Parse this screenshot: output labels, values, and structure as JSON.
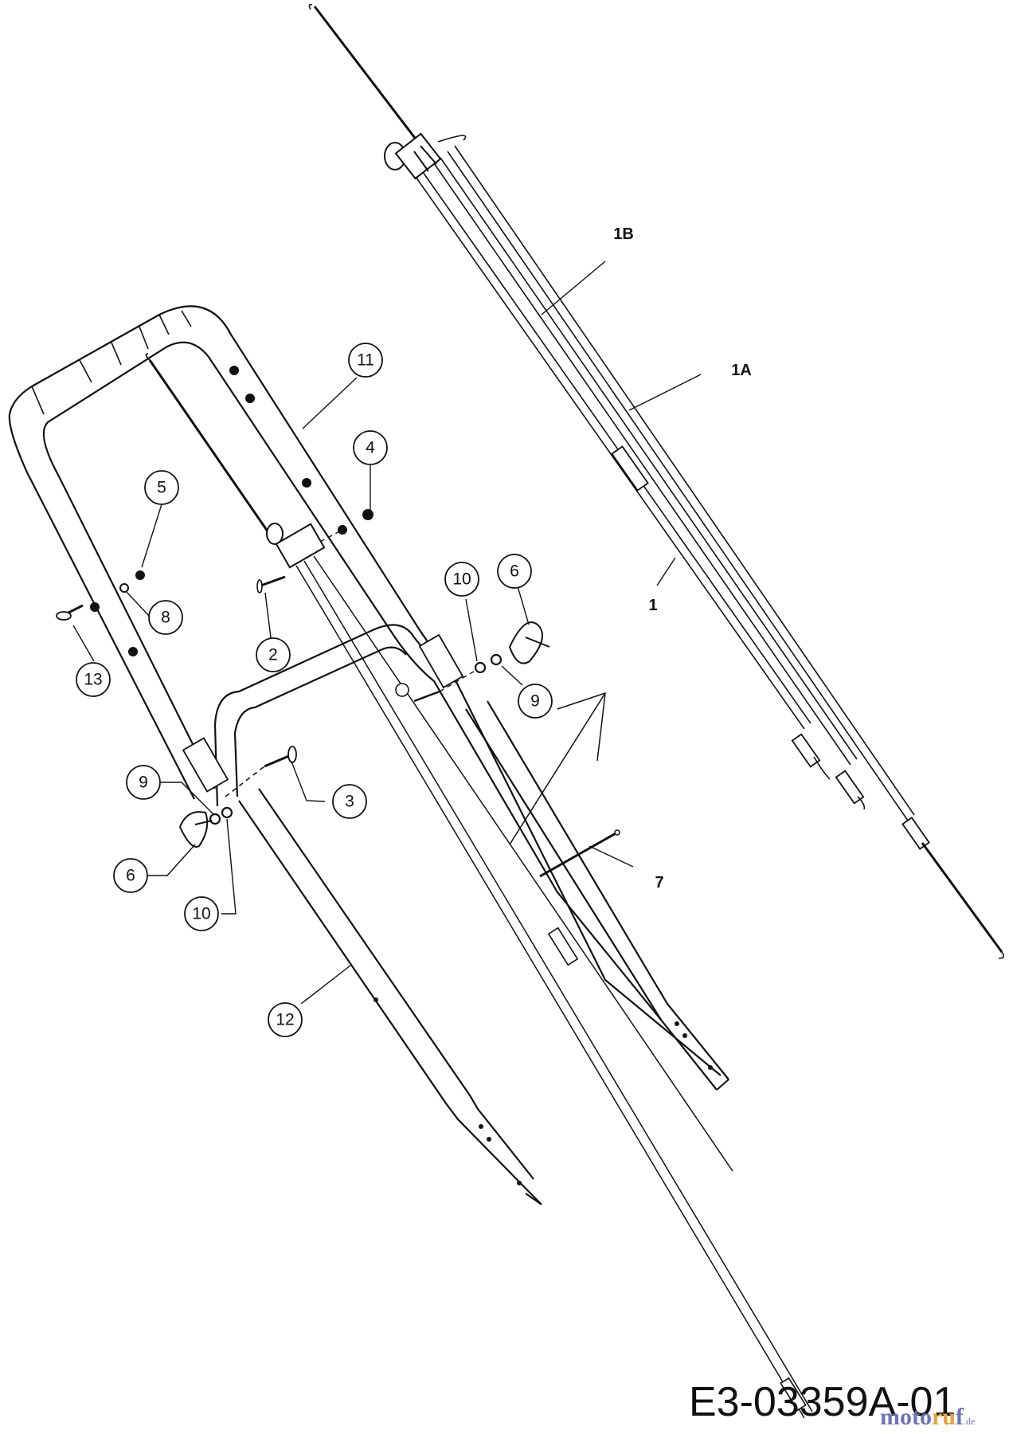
{
  "diagram": {
    "drawing_number": "E3-03359A-01",
    "watermark": {
      "main": "moto",
      "accent": "ru",
      "tail": "f",
      "tld": ".de"
    },
    "callouts": [
      {
        "id": "c11",
        "label": "11"
      },
      {
        "id": "c4",
        "label": "4"
      },
      {
        "id": "c5",
        "label": "5"
      },
      {
        "id": "c8",
        "label": "8"
      },
      {
        "id": "c13",
        "label": "13"
      },
      {
        "id": "c2",
        "label": "2"
      },
      {
        "id": "c10a",
        "label": "10"
      },
      {
        "id": "c6a",
        "label": "6"
      },
      {
        "id": "c9a",
        "label": "9"
      },
      {
        "id": "c3",
        "label": "3"
      },
      {
        "id": "c9b",
        "label": "9"
      },
      {
        "id": "c6b",
        "label": "6"
      },
      {
        "id": "c10b",
        "label": "10"
      },
      {
        "id": "c12",
        "label": "12"
      }
    ],
    "plain_labels": [
      {
        "id": "l1B",
        "label": "1B"
      },
      {
        "id": "l1A",
        "label": "1A"
      },
      {
        "id": "l1",
        "label": "1"
      },
      {
        "id": "l7",
        "label": "7"
      }
    ]
  }
}
